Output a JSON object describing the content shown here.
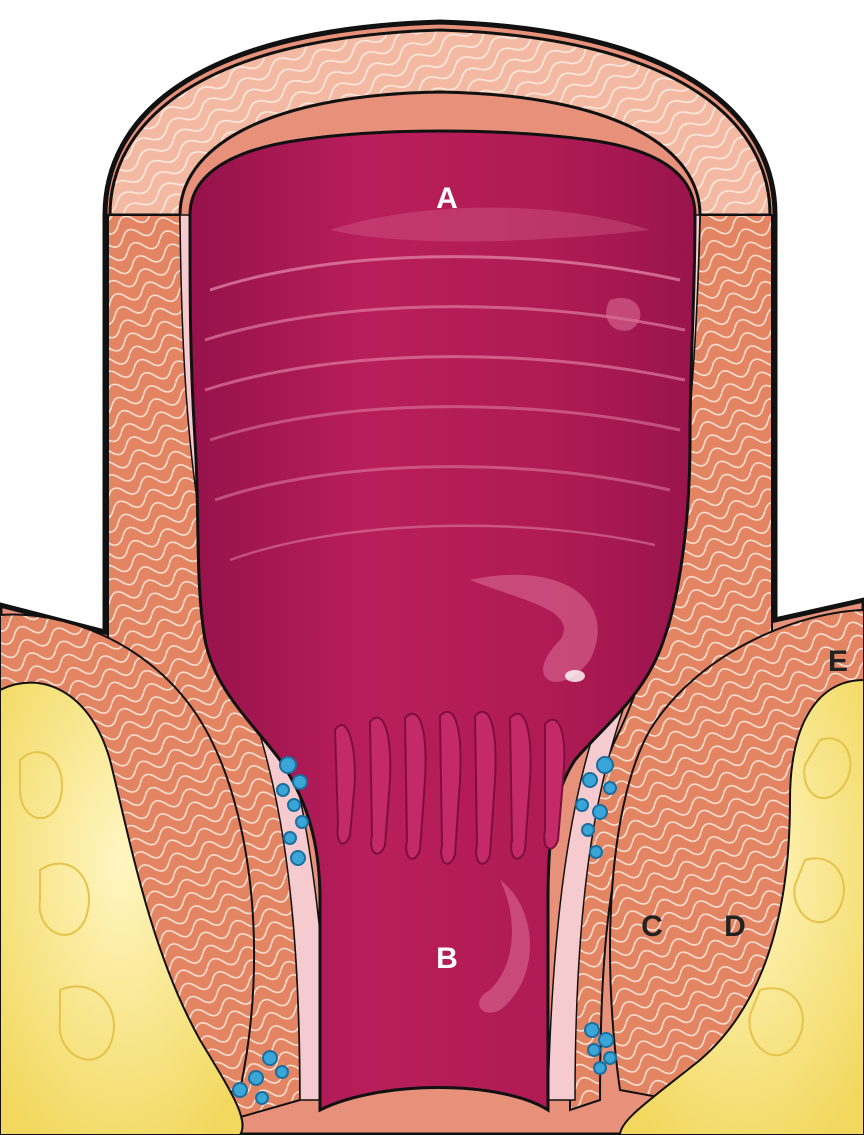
{
  "labels": {
    "a": "A",
    "b": "B",
    "c": "C",
    "d": "D",
    "e": "E"
  },
  "colors": {
    "lumen": "#b01b55",
    "lumen_shadow": "#96124a",
    "lumen_highlight": "#d86a93",
    "muscle": "#e38563",
    "muscle_dark": "#c9684a",
    "muscle_line": "#fbe3d6",
    "outer_layer": "#f3b9a3",
    "pink_lining": "#f6cbcf",
    "fat": "#f7e27a",
    "fat_light": "#fff4b8",
    "vessel": "#3aa6d8",
    "vessel_dark": "#1b6e9e",
    "outline": "#111111",
    "label_light": "#ffffff",
    "label_dark": "#222222"
  }
}
